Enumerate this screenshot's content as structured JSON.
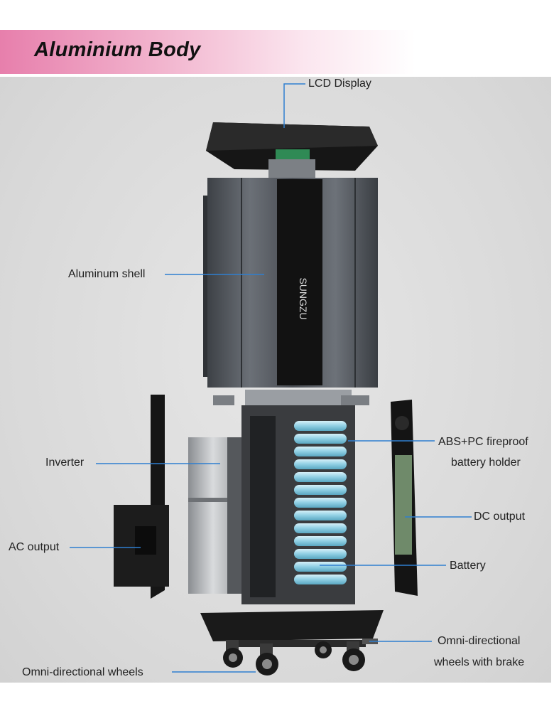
{
  "banner": {
    "title": "Aluminium Body"
  },
  "product": {
    "logo_text": "SUNGZU"
  },
  "callouts": {
    "lcd_display": "LCD Display",
    "aluminum_shell": "Aluminum shell",
    "abs_pc_line1": "ABS+PC fireproof",
    "abs_pc_line2": "battery holder",
    "inverter": "Inverter",
    "dc_output": "DC output",
    "ac_output": "AC output",
    "battery": "Battery",
    "omni_brake_line1": "Omni-directional",
    "omni_brake_line2": "wheels with brake",
    "omni_wheels": "Omni-directional wheels"
  },
  "colors": {
    "leader_line": "#2f7fd0",
    "banner_pink": "#e77fac",
    "body_dark": "#1a1a1a",
    "shell_gray": "#5b6066",
    "battery_cell": "#a9dbea"
  }
}
